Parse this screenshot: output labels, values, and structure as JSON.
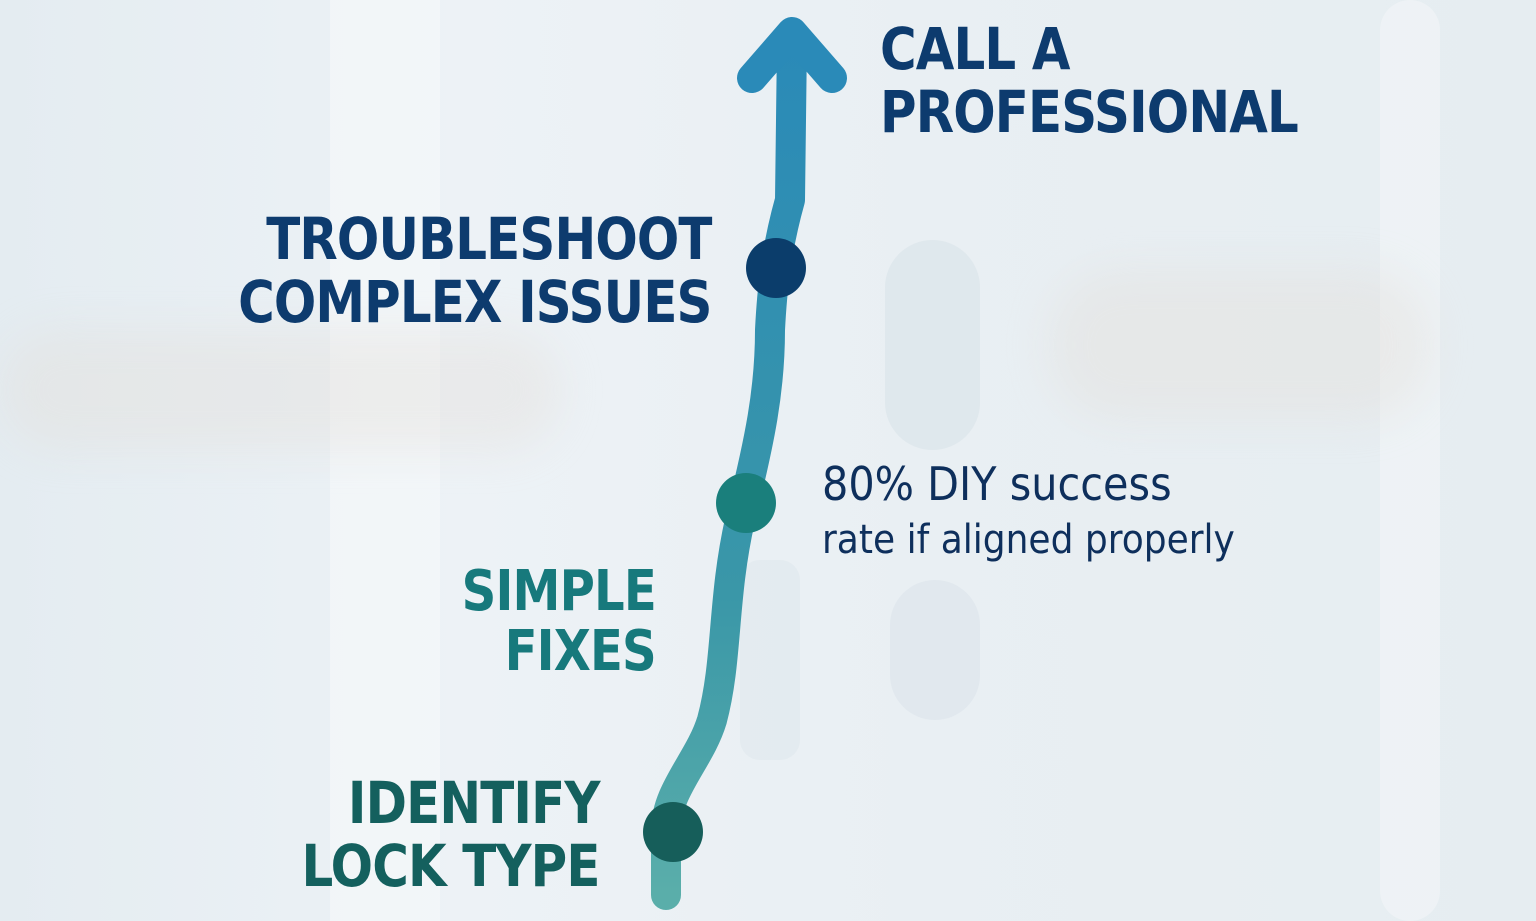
{
  "diagram": {
    "type": "progress-path",
    "direction": "bottom-to-top",
    "steps": [
      {
        "id": "identify",
        "line1": "IDENTIFY",
        "line2": "LOCK TYPE",
        "color": "#14605e"
      },
      {
        "id": "simple",
        "line1": "SIMPLE",
        "line2": "FIXES",
        "color": "#17797c"
      },
      {
        "id": "troubleshoot",
        "line1": "TROUBLESHOOT",
        "line2": "COMPLEX ISSUES",
        "color": "#0d3b6e"
      },
      {
        "id": "call",
        "line1": "CALL A",
        "line2": "PROFESSIONAL",
        "color": "#0d3b6e"
      }
    ],
    "stat": {
      "line1": "80% DIY success",
      "line2": "rate if aligned properly",
      "color": "#0e2f5c"
    },
    "path_colors": {
      "bottom": "#5aaeaa",
      "middle": "#3a97a8",
      "top": "#2a8ab8"
    },
    "node_colors": {
      "identify": "#165e5a",
      "simple": "#1a7f7c",
      "troubleshoot": "#0b3d6b"
    }
  }
}
